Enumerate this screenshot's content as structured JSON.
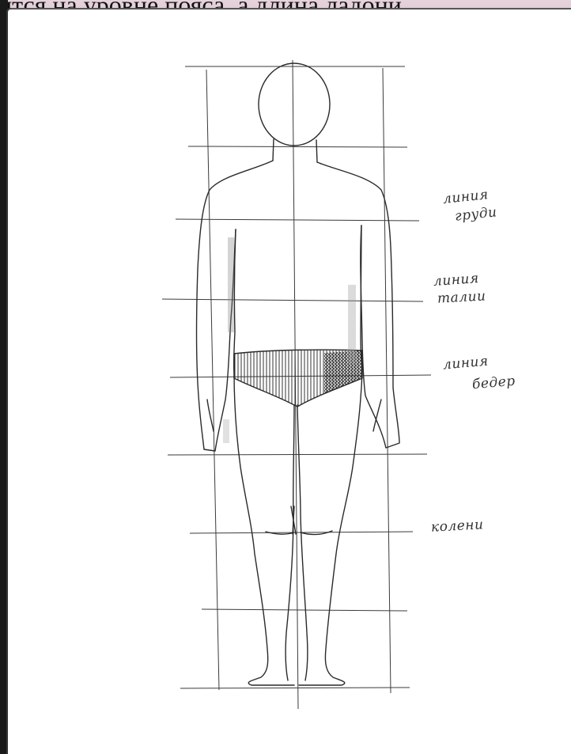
{
  "header_text": "ится на уровне пояса, а длина ладони",
  "annotations": {
    "chest_line": [
      "линия",
      "груди"
    ],
    "waist_line": [
      "линия",
      "талии"
    ],
    "hip_line": [
      "линия",
      "бедер"
    ],
    "knees": "колени"
  },
  "colors": {
    "frame_background": "#d9c3cd",
    "paper": "#ffffff",
    "pencil": "#2a2a2a"
  }
}
